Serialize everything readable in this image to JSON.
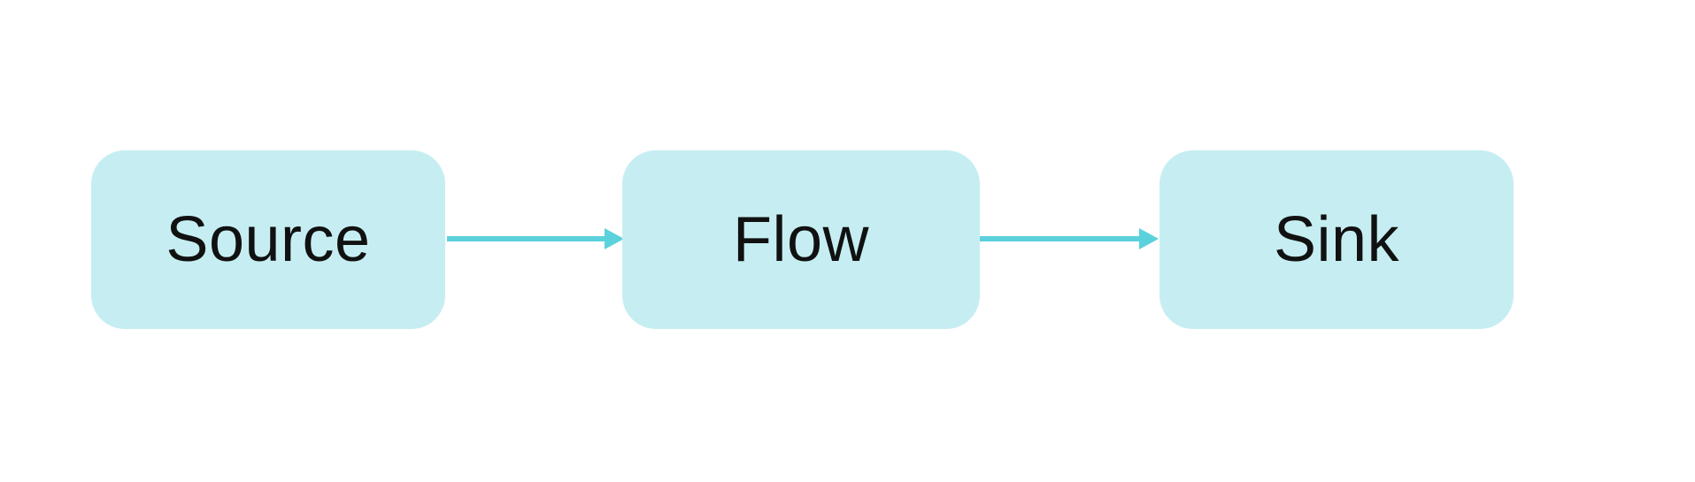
{
  "diagram": {
    "nodes": [
      {
        "id": "source",
        "label": "Source"
      },
      {
        "id": "flow",
        "label": "Flow"
      },
      {
        "id": "sink",
        "label": "Sink"
      }
    ],
    "edges": [
      {
        "from": "source",
        "to": "flow"
      },
      {
        "from": "flow",
        "to": "sink"
      }
    ],
    "colors": {
      "node_fill": "#c6eef2",
      "arrow": "#5bd1dc",
      "text": "#111111",
      "background": "#ffffff"
    }
  }
}
